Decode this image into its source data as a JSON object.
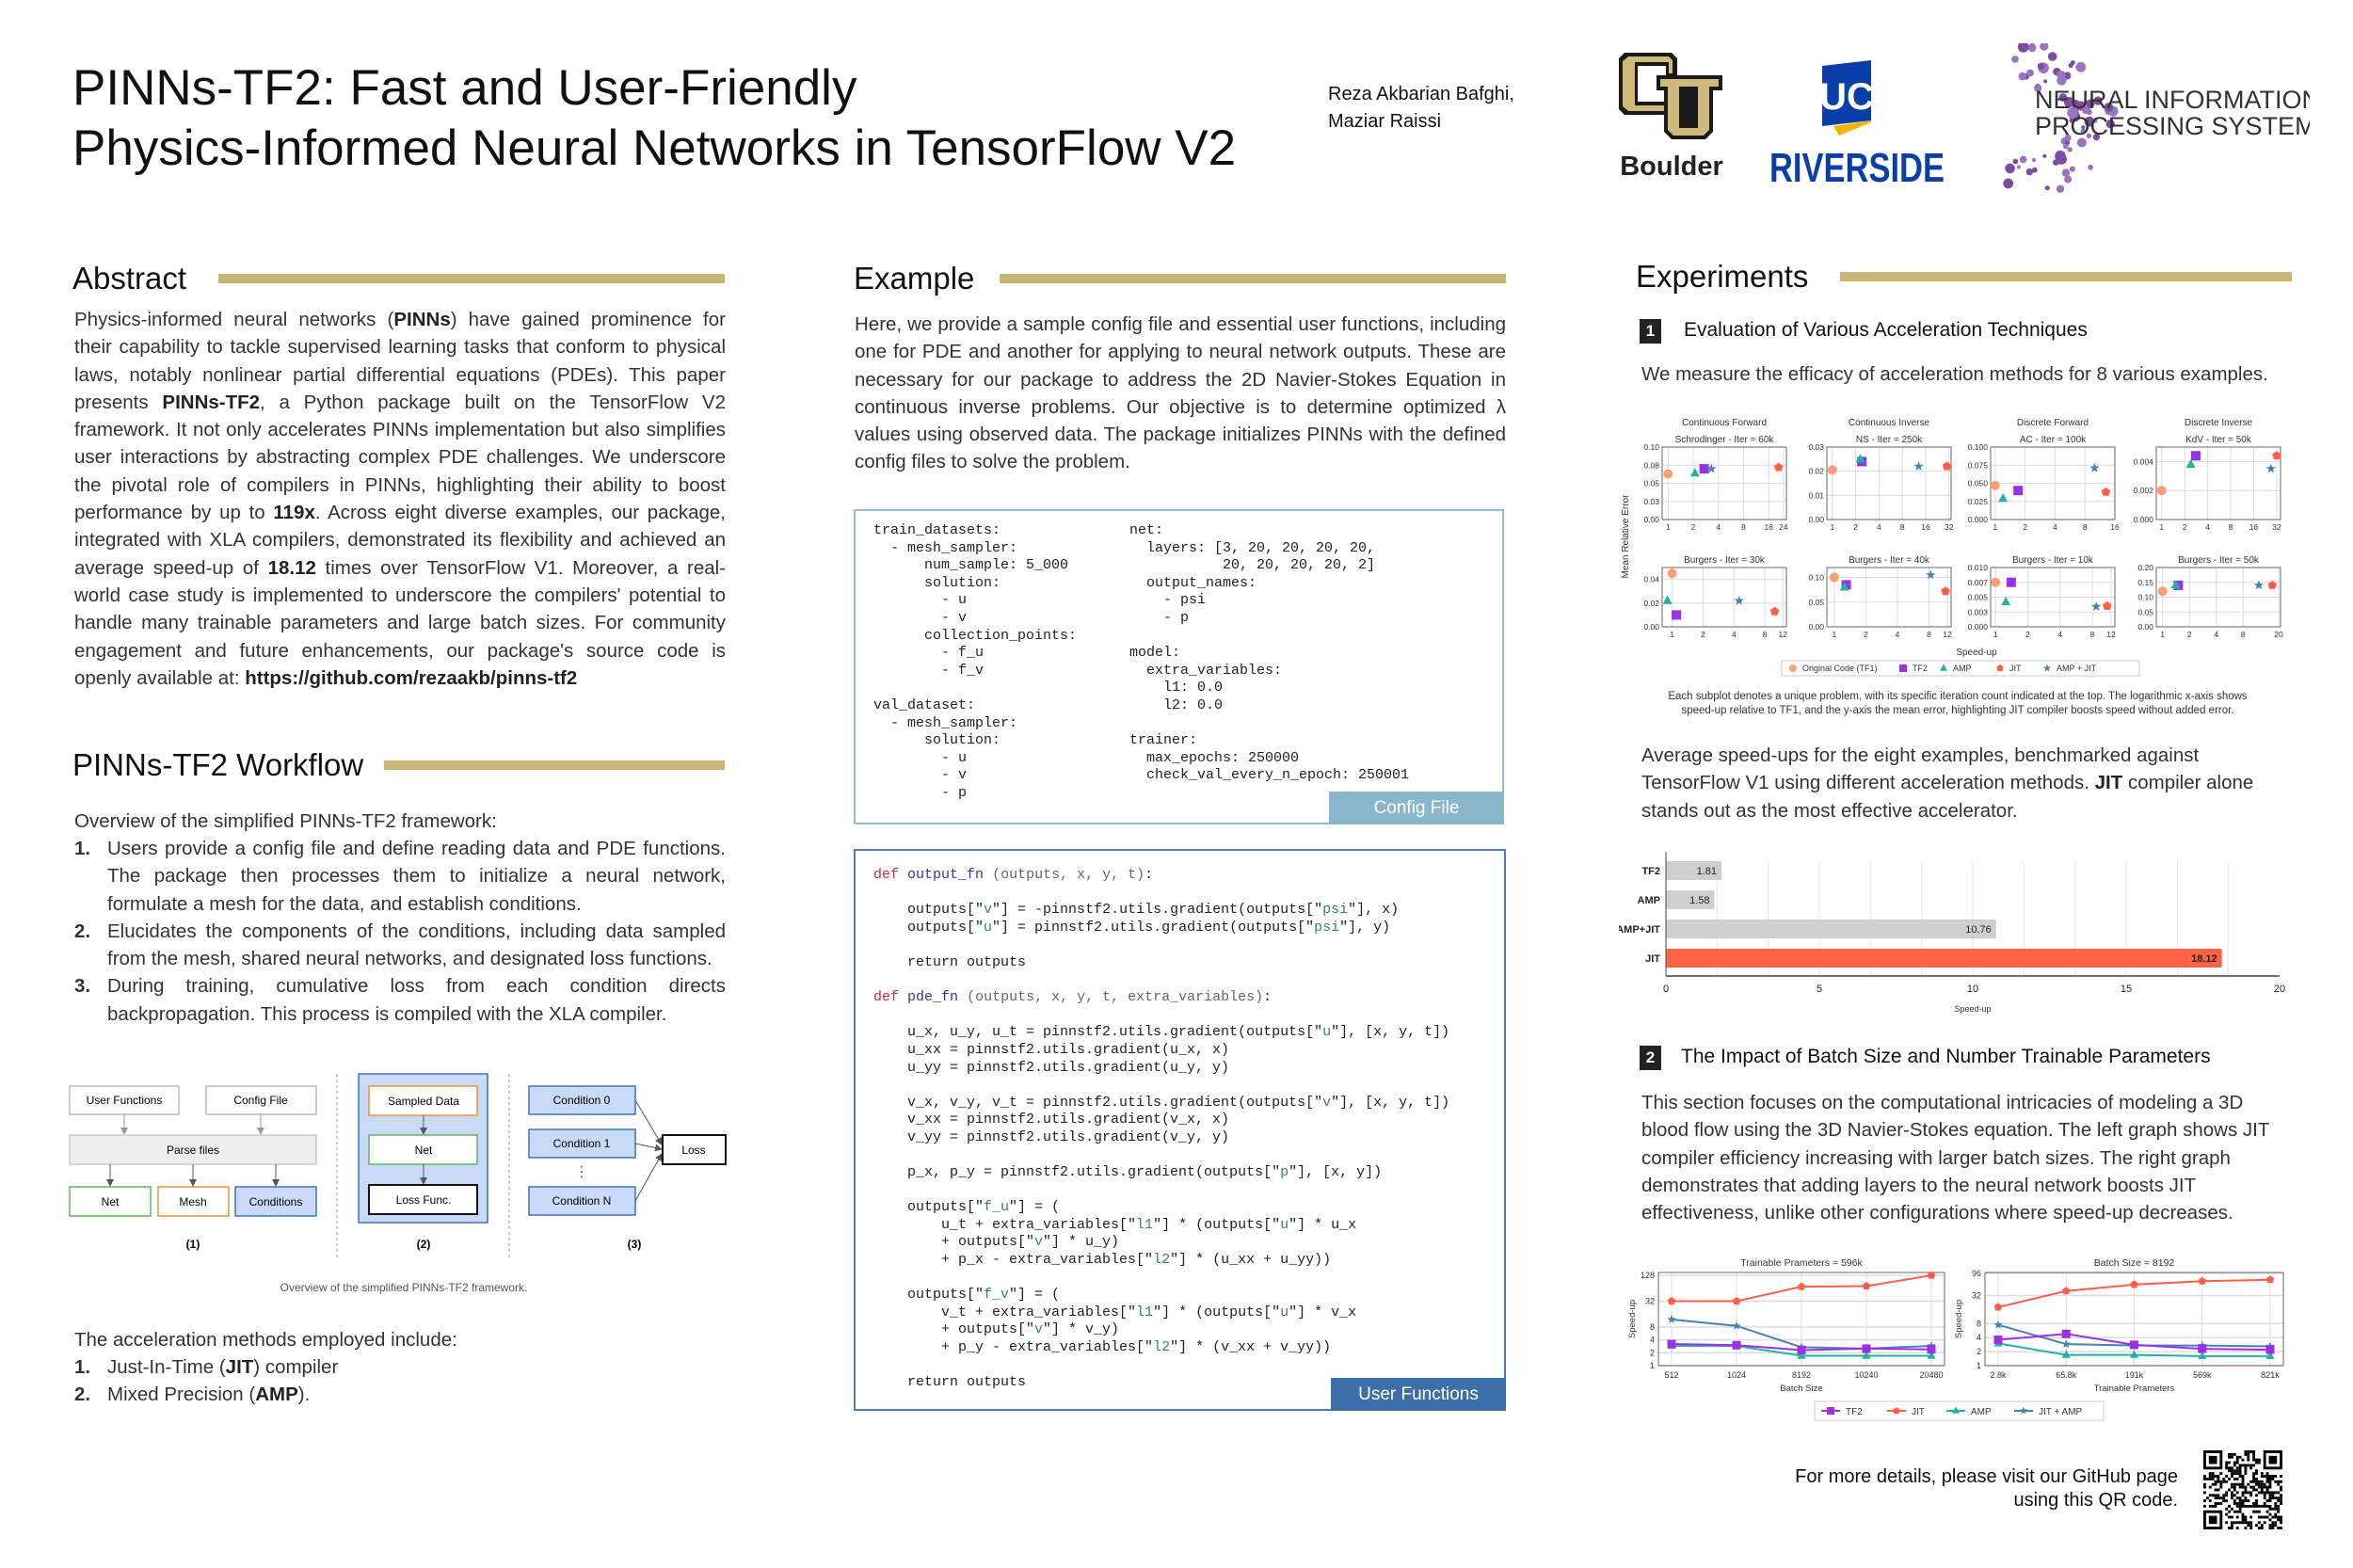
{
  "header": {
    "title_line1": "PINNs-TF2: Fast and User-Friendly",
    "title_line2": "Physics-Informed Neural Networks in TensorFlow V2",
    "authors": [
      "Reza Akbarian Bafghi,",
      "Maziar Raissi"
    ],
    "logos": {
      "cu": "Boulder",
      "ucr_top": "UC",
      "ucr_bottom": "RIVERSIDE",
      "neurips_line1": "NEURAL INFORMATION",
      "neurips_line2": "PROCESSING SYSTEMS"
    }
  },
  "colors": {
    "gold": "#c9b574",
    "cfg_border": "#93bdd1",
    "code_border": "#4b7fb8",
    "tf1": "#f9a072",
    "tf2": "#9b30e8",
    "amp": "#22b3a6",
    "jit": "#ff5e47",
    "ampjit": "#4682b4"
  },
  "abstract": {
    "heading": "Abstract",
    "segments": [
      {
        "t": "Physics-informed neural networks ("
      },
      {
        "t": "PINNs",
        "b": true
      },
      {
        "t": ") have gained prominence for their capability to tackle supervised learning tasks that conform to physical laws, notably nonlinear partial differential equations (PDEs). This paper presents "
      },
      {
        "t": "PINNs-TF2",
        "b": true
      },
      {
        "t": ", a Python package built on the TensorFlow V2 framework. It not only accelerates PINNs implementation but also simplifies user interactions by abstracting complex PDE challenges. We underscore the pivotal role of compilers in PINNs, highlighting their ability to boost performance by up to "
      },
      {
        "t": "119x",
        "b": true
      },
      {
        "t": ". Across eight diverse examples, our package, integrated with XLA compilers, demonstrated its flexibility and achieved an average speed-up of "
      },
      {
        "t": "18.12",
        "b": true
      },
      {
        "t": " times over TensorFlow V1. Moreover, a real-world case study is implemented to underscore the compilers' potential to handle many trainable parameters and large batch sizes. For community engagement and future enhancements, our package's source code is openly available at: "
      },
      {
        "t": "https://github.com/rezaakb/pinns-tf2",
        "b": true
      }
    ]
  },
  "workflow": {
    "heading": "PINNs-TF2 Workflow",
    "intro": "Overview of the simplified PINNs-TF2 framework:",
    "steps": [
      {
        "num": "1.",
        "text": "Users provide a config file and define reading data and PDE functions. The package then processes them to initialize a neural network, formulate a mesh for the data, and establish conditions."
      },
      {
        "num": "2.",
        "text": "Elucidates the components of the conditions, including data sampled from the mesh, shared neural networks, and designated loss functions."
      },
      {
        "num": "3.",
        "text": "During training, cumulative loss from each condition directs backpropagation. This process is compiled with the XLA compiler."
      }
    ],
    "diagram": {
      "user_functions": "User Functions",
      "config_file": "Config File",
      "parse_files": "Parse files",
      "net": "Net",
      "mesh": "Mesh",
      "conditions": "Conditions",
      "label1": "(1)",
      "sampled_data": "Sampled Data",
      "net2": "Net",
      "loss_func": "Loss Func.",
      "label2": "(2)",
      "cond0": "Condition 0",
      "cond1": "Condition 1",
      "dots": "⋮",
      "condN": "Condition N",
      "loss": "Loss",
      "label3": "(3)",
      "caption": "Overview of the simplified PINNs-TF2 framework."
    },
    "accel_intro": "The acceleration methods employed include:",
    "accel": [
      {
        "num": "1.",
        "pre": "Just-In-Time (",
        "bold": "JIT",
        "post": ") compiler"
      },
      {
        "num": "2.",
        "pre": "Mixed Precision (",
        "bold": "AMP",
        "post": ")."
      }
    ]
  },
  "example": {
    "heading": "Example",
    "text": "Here, we provide a sample config file and essential user functions, including one for PDE and another for applying to neural network outputs. These are necessary for our package to address the 2D Navier-Stokes Equation in continuous inverse problems. Our objective is to determine optimized λ values using observed data. The package initializes PINNs with the defined config files to solve the problem.",
    "config_label": "Config File",
    "config_left": [
      "train_datasets:",
      "  - mesh_sampler:",
      "      num_sample: 5_000",
      "      solution:",
      "        - u",
      "        - v",
      "      collection_points:",
      "        - f_u",
      "        - f_v",
      "",
      "val_dataset:",
      "  - mesh_sampler:",
      "      solution:",
      "        - u",
      "        - v",
      "        - p"
    ],
    "config_right": [
      "net:",
      "  layers: [3, 20, 20, 20, 20,",
      "           20, 20, 20, 20, 2]",
      "  output_names:",
      "    - psi",
      "    - p",
      "",
      "model:",
      "  extra_variables:",
      "    l1: 0.0",
      "    l2: 0.0",
      "",
      "trainer:",
      "  max_epochs: 250000",
      "  check_val_every_n_epoch: 250001"
    ],
    "code_label": "User Functions",
    "code": [
      "def output_fn (outputs, x, y, t):",
      "",
      "    outputs[\"v\"] = -pinnstf2.utils.gradient(outputs[\"psi\"], x)",
      "    outputs[\"u\"] = pinnstf2.utils.gradient(outputs[\"psi\"], y)",
      "",
      "    return outputs",
      "",
      "def pde_fn (outputs, x, y, t, extra_variables):",
      "",
      "    u_x, u_y, u_t = pinnstf2.utils.gradient(outputs[\"u\"], [x, y, t])",
      "    u_xx = pinnstf2.utils.gradient(u_x, x)",
      "    u_yy = pinnstf2.utils.gradient(u_y, y)",
      "",
      "    v_x, v_y, v_t = pinnstf2.utils.gradient(outputs[\"v\"], [x, y, t])",
      "    v_xx = pinnstf2.utils.gradient(v_x, x)",
      "    v_yy = pinnstf2.utils.gradient(v_y, y)",
      "",
      "    p_x, p_y = pinnstf2.utils.gradient(outputs[\"p\"], [x, y])",
      "",
      "    outputs[\"f_u\"] = (",
      "        u_t + extra_variables[\"l1\"] * (outputs[\"u\"] * u_x",
      "        + outputs[\"v\"] * u_y)",
      "        + p_x - extra_variables[\"l2\"] * (u_xx + u_yy))",
      "",
      "    outputs[\"f_v\"] = (",
      "        v_t + extra_variables[\"l1\"] * (outputs[\"u\"] * v_x",
      "        + outputs[\"v\"] * v_y)",
      "        + p_y - extra_variables[\"l2\"] * (v_xx + v_yy))",
      "",
      "    return outputs"
    ]
  },
  "experiments": {
    "heading": "Experiments",
    "s1_num": "1",
    "s1_title": "Evaluation of Various Acceleration Techniques",
    "s1_text": "We measure the efficacy of acceleration methods for 8 various examples.",
    "scatter_caption": [
      "Each subplot denotes a unique problem, with its specific iteration count indicated at the top. The logarithmic x-axis shows",
      "speed-up relative to TF1, and the y-axis the mean error, highlighting JIT compiler boosts speed without added error."
    ],
    "s1_text2": [
      "Average speed-ups for the eight examples, benchmarked against",
      "TensorFlow V1 using different acceleration methods. ",
      "JIT",
      " compiler alone",
      "stands out as the most effective accelerator."
    ],
    "s2_num": "2",
    "s2_title": "The Impact of Batch Size and Number Trainable Parameters",
    "s2_text": "This section focuses on the computational intricacies of modeling a 3D blood flow using the 3D Navier-Stokes equation. The left graph shows JIT compiler efficiency increasing with larger batch sizes. The right graph demonstrates that adding layers to the neural network boosts JIT effectiveness, unlike other configurations where speed-up decreases.",
    "footer": [
      "For more details, please visit our GitHub page",
      "using this QR code."
    ]
  },
  "chart_data": [
    {
      "type": "scatter",
      "ylabel": "Mean Relative Error",
      "xlabel": "Speed-up",
      "xscale": "log",
      "legend": [
        "Original Code (TF1)",
        "TF2",
        "AMP",
        "JIT",
        "AMP + JIT"
      ],
      "legend_placement": "bottom-center",
      "subplots": [
        {
          "title1": "Continuous Forward",
          "title2": "Schrodinger - Iter = 60k",
          "xlim": [
            0.85,
            26
          ],
          "xticks": [
            1,
            2,
            4,
            8,
            16,
            24
          ],
          "ylim": [
            0,
            0.1
          ],
          "yticks": [
            0,
            0.025,
            0.05,
            0.075,
            0.1
          ],
          "ytick_labels": [
            "0.00",
            "0.03",
            "0.05",
            "0.08",
            "0.10"
          ],
          "points": [
            [
              1,
              0.063
            ],
            [
              2.7,
              0.07
            ],
            [
              2.1,
              0.064
            ],
            [
              21,
              0.072
            ],
            [
              3.3,
              0.07
            ]
          ]
        },
        {
          "title1": "Continuous Inverse",
          "title2": "NS - Iter = 250k",
          "xlim": [
            0.85,
            34
          ],
          "xticks": [
            1,
            2,
            4,
            8,
            16,
            32
          ],
          "ylim": [
            0,
            0.03
          ],
          "yticks": [
            0,
            0.01,
            0.02,
            0.03
          ],
          "ytick_labels": [
            "0.00",
            "0.01",
            "0.02",
            "0.03"
          ],
          "points": [
            [
              1,
              0.0205
            ],
            [
              2.4,
              0.024
            ],
            [
              2.3,
              0.025
            ],
            [
              30,
              0.022
            ],
            [
              13,
              0.022
            ]
          ]
        },
        {
          "title1": "Discrete Forward",
          "title2": "AC - Iter = 100k",
          "xlim": [
            0.9,
            16
          ],
          "xticks": [
            1,
            2,
            4,
            8,
            16
          ],
          "ylim": [
            0,
            0.1
          ],
          "yticks": [
            0,
            0.025,
            0.05,
            0.075,
            0.1
          ],
          "ytick_labels": [
            "0.000",
            "0.025",
            "0.050",
            "0.075",
            "0.100"
          ],
          "points": [
            [
              1,
              0.047
            ],
            [
              1.7,
              0.04
            ],
            [
              1.2,
              0.029
            ],
            [
              13,
              0.038
            ],
            [
              10,
              0.071
            ]
          ]
        },
        {
          "title1": "Discrete Inverse",
          "title2": "KdV - Iter = 50k",
          "xlim": [
            0.85,
            36
          ],
          "xticks": [
            1,
            2,
            4,
            8,
            16,
            32
          ],
          "ylim": [
            0,
            0.005
          ],
          "yticks": [
            0,
            0.002,
            0.004
          ],
          "ytick_labels": [
            "0.000",
            "0.002",
            "0.004"
          ],
          "points": [
            [
              1,
              0.002
            ],
            [
              2.8,
              0.0044
            ],
            [
              2.4,
              0.0038
            ],
            [
              32,
              0.0044
            ],
            [
              27,
              0.0035
            ]
          ]
        },
        {
          "title1": "",
          "title2": "Burgers - Iter = 30k",
          "xlim": [
            0.8,
            13
          ],
          "xticks": [
            1,
            2,
            4,
            8,
            12
          ],
          "ylim": [
            0,
            0.05
          ],
          "yticks": [
            0,
            0.02,
            0.04
          ],
          "ytick_labels": [
            "0.00",
            "0.02",
            "0.04"
          ],
          "points": [
            [
              1,
              0.045
            ],
            [
              1.1,
              0.01
            ],
            [
              0.9,
              0.022
            ],
            [
              10,
              0.013
            ],
            [
              4.5,
              0.022
            ]
          ]
        },
        {
          "title1": "",
          "title2": "Burgers - Iter = 40k",
          "xlim": [
            0.85,
            13
          ],
          "xticks": [
            1,
            2,
            4,
            8,
            12
          ],
          "ylim": [
            0,
            0.12
          ],
          "yticks": [
            0,
            0.05,
            0.1
          ],
          "ytick_labels": [
            "0.00",
            "0.05",
            "0.10"
          ],
          "points": [
            [
              1,
              0.1
            ],
            [
              1.3,
              0.085
            ],
            [
              1.25,
              0.08
            ],
            [
              11.5,
              0.072
            ],
            [
              8.3,
              0.105
            ]
          ]
        },
        {
          "title1": "",
          "title2": "Burgers - Iter = 10k",
          "xlim": [
            0.9,
            13
          ],
          "xticks": [
            1,
            2,
            4,
            8,
            12
          ],
          "ylim": [
            0,
            0.01
          ],
          "yticks": [
            0,
            0.0025,
            0.005,
            0.0075,
            0.01
          ],
          "ytick_labels": [
            "0.000",
            "0.003",
            "0.005",
            "0.007",
            "0.010"
          ],
          "points": [
            [
              1,
              0.0075
            ],
            [
              1.4,
              0.0075
            ],
            [
              1.25,
              0.0042
            ],
            [
              11,
              0.0035
            ],
            [
              8.7,
              0.0034
            ]
          ]
        },
        {
          "title1": "",
          "title2": "Burgers - Iter = 50k",
          "xlim": [
            0.85,
            21
          ],
          "xticks": [
            1,
            2,
            4,
            8,
            20
          ],
          "ylim": [
            0,
            0.2
          ],
          "yticks": [
            0,
            0.05,
            0.1,
            0.15,
            0.2
          ],
          "ytick_labels": [
            "0.00",
            "0.05",
            "0.10",
            "0.15",
            "0.20"
          ],
          "points": [
            [
              1,
              0.12
            ],
            [
              1.5,
              0.14
            ],
            [
              1.4,
              0.14
            ],
            [
              17,
              0.14
            ],
            [
              12,
              0.14
            ]
          ]
        }
      ]
    },
    {
      "type": "bar",
      "orientation": "horizontal",
      "categories": [
        "TF2",
        "AMP",
        "AMP+JIT",
        "JIT"
      ],
      "values": [
        1.81,
        1.58,
        10.76,
        18.12
      ],
      "value_labels": [
        "1.81",
        "1.58",
        "10.76",
        "18.12"
      ],
      "xlabel": "Speed-up",
      "xlim": [
        0,
        20
      ],
      "xticks": [
        0,
        5,
        10,
        15,
        20
      ],
      "grid": true,
      "highlight": "JIT"
    },
    {
      "type": "line",
      "title": "Trainable Prameters = 596k",
      "xlabel": "Batch Size",
      "ylabel": "Speed-up",
      "yscale": "log2",
      "categories": [
        "512",
        "1024",
        "8192",
        "10240",
        "20480"
      ],
      "ylim": [
        1,
        150
      ],
      "yticks": [
        1,
        2,
        4,
        8,
        32,
        128
      ],
      "series": [
        {
          "name": "TF2",
          "values": [
            3.2,
            3.0,
            2.3,
            2.5,
            2.4
          ]
        },
        {
          "name": "JIT",
          "values": [
            32,
            32,
            70,
            72,
            128
          ]
        },
        {
          "name": "AMP",
          "values": [
            2.9,
            2.9,
            1.7,
            1.7,
            1.7
          ]
        },
        {
          "name": "JIT + AMP",
          "values": [
            12,
            8.5,
            2.7,
            2.5,
            2.9
          ]
        }
      ]
    },
    {
      "type": "line",
      "title": "Batch Size = 8192",
      "xlabel": "Trainable Prameters",
      "ylabel": "Speed-up",
      "yscale": "log2",
      "categories": [
        "2.8k",
        "65.8k",
        "191k",
        "569k",
        "821k"
      ],
      "ylim": [
        1,
        100
      ],
      "yticks": [
        1,
        2,
        4,
        8,
        32,
        96
      ],
      "series": [
        {
          "name": "TF2",
          "values": [
            3.6,
            4.8,
            2.8,
            2.3,
            2.2
          ]
        },
        {
          "name": "JIT",
          "values": [
            18,
            40,
            55,
            65,
            70
          ]
        },
        {
          "name": "AMP",
          "values": [
            3.0,
            1.7,
            1.7,
            1.6,
            1.6
          ]
        },
        {
          "name": "JIT + AMP",
          "values": [
            7.5,
            2.9,
            2.7,
            2.7,
            2.6
          ]
        }
      ],
      "legend": [
        "TF2",
        "JIT",
        "AMP",
        "JIT + AMP"
      ],
      "legend_placement": "bottom-center"
    }
  ]
}
